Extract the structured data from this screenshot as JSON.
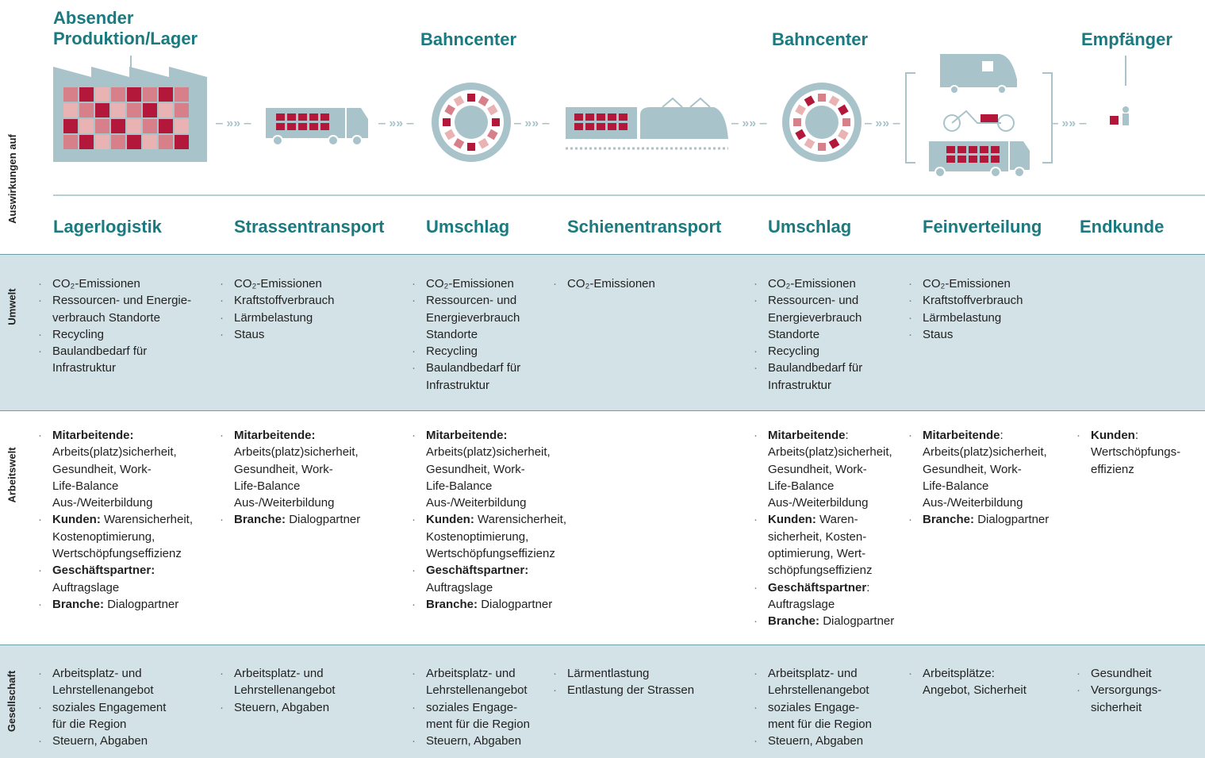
{
  "header": {
    "sender": "Absender\nProduktion/Lager",
    "hub1": "Bahncenter",
    "hub2": "Bahncenter",
    "receiver": "Empfänger",
    "side_label": "Auswirkungen auf"
  },
  "columns": [
    "Lagerlogistik",
    "Strassentransport",
    "Umschlag",
    "Schienentransport",
    "Umschlag",
    "Feinverteilung",
    "Endkunde"
  ],
  "rows": [
    {
      "label": "Umwelt",
      "cells": [
        [
          {
            "text": "CO₂-Emissionen"
          },
          {
            "text": "Ressourcen- und Energie-\nverbrauch Standorte"
          },
          {
            "text": "Recycling"
          },
          {
            "text": "Baulandbedarf für\nInfrastruktur"
          }
        ],
        [
          {
            "text": "CO₂-Emissionen"
          },
          {
            "text": "Kraftstoffverbrauch"
          },
          {
            "text": "Lärmbelastung"
          },
          {
            "text": "Staus"
          }
        ],
        [
          {
            "text": "CO₂-Emissionen"
          },
          {
            "text": "Ressourcen- und\nEnergieverbrauch\nStandorte"
          },
          {
            "text": "Recycling"
          },
          {
            "text": "Baulandbedarf für\nInfrastruktur"
          }
        ],
        [
          {
            "text": "CO₂-Emissionen"
          }
        ],
        [
          {
            "text": "CO₂-Emissionen"
          },
          {
            "text": "Ressourcen- und\nEnergieverbrauch\nStandorte"
          },
          {
            "text": "Recycling"
          },
          {
            "text": "Baulandbedarf für\nInfrastruktur"
          }
        ],
        [
          {
            "text": "CO₂-Emissionen"
          },
          {
            "text": "Kraftstoffverbrauch"
          },
          {
            "text": "Lärmbelastung"
          },
          {
            "text": "Staus"
          }
        ],
        []
      ]
    },
    {
      "label": "Arbeitswelt",
      "cells": [
        [
          {
            "bold": "Mitarbeitende:",
            "text": "\nArbeits(platz)sicherheit,\nGesundheit, Work-\nLife-Balance\nAus-/Weiterbildung"
          },
          {
            "bold": "Kunden:",
            "text": " Warensicherheit,\nKostenoptimierung,\nWertschöpfungseffizienz"
          },
          {
            "bold": "Geschäftspartner:",
            "text": "\nAuftragslage"
          },
          {
            "bold": "Branche:",
            "text": " Dialogpartner"
          }
        ],
        [
          {
            "bold": "Mitarbeitende:",
            "text": "\nArbeits(platz)sicherheit,\nGesundheit, Work-\nLife-Balance\nAus-/Weiterbildung"
          },
          {
            "bold": "Branche:",
            "text": " Dialogpartner"
          }
        ],
        [
          {
            "bold": "Mitarbeitende:",
            "text": "\nArbeits(platz)sicherheit,\nGesundheit, Work-\nLife-Balance\nAus-/Weiterbildung"
          },
          {
            "bold": "Kunden:",
            "text": " Warensicherheit,\nKostenoptimierung,\nWertschöpfungseffizienz"
          },
          {
            "bold": "Geschäftspartner:",
            "text": "\nAuftragslage"
          },
          {
            "bold": "Branche:",
            "text": " Dialogpartner"
          }
        ],
        [],
        [
          {
            "bold": "Mitarbeitende",
            "text": ":\nArbeits(platz)sicherheit,\nGesundheit, Work-\nLife-Balance\nAus-/Weiterbildung"
          },
          {
            "bold": "Kunden:",
            "text": " Waren-\nsicherheit, Kosten-\noptimierung, Wert-\nschöpfungseffizienz"
          },
          {
            "bold": "Geschäftspartner",
            "text": ":\nAuftragslage"
          },
          {
            "bold": "Branche:",
            "text": " Dialogpartner"
          }
        ],
        [
          {
            "bold": "Mitarbeitende",
            "text": ":\nArbeits(platz)sicherheit,\nGesundheit, Work-\nLife-Balance\nAus-/Weiterbildung"
          },
          {
            "bold": "Branche:",
            "text": " Dialogpartner"
          }
        ],
        [
          {
            "bold": "Kunden",
            "text": ":\nWertschöpfungs-\neffizienz"
          }
        ]
      ]
    },
    {
      "label": "Gesellschaft",
      "cells": [
        [
          {
            "text": "Arbeitsplatz- und\nLehrstellenangebot"
          },
          {
            "text": "soziales Engagement\nfür die Region"
          },
          {
            "text": "Steuern, Abgaben"
          }
        ],
        [
          {
            "text": "Arbeitsplatz- und\nLehrstellenangebot"
          },
          {
            "text": "Steuern, Abgaben"
          }
        ],
        [
          {
            "text": "Arbeitsplatz- und\nLehrstellenangebot"
          },
          {
            "text": "soziales Engage-\nment für die Region"
          },
          {
            "text": "Steuern, Abgaben"
          }
        ],
        [
          {
            "text": "Lärmentlastung"
          },
          {
            "text": "Entlastung der Strassen"
          }
        ],
        [
          {
            "text": "Arbeitsplatz- und\nLehrstellenangebot"
          },
          {
            "text": "soziales Engage-\nment für die Region"
          },
          {
            "text": "Steuern, Abgaben"
          }
        ],
        [
          {
            "text": "Arbeitsplätze:\nAngebot, Sicherheit"
          }
        ],
        [
          {
            "text": "Gesundheit"
          },
          {
            "text": "Versorgungs-\nsicherheit"
          }
        ]
      ]
    }
  ],
  "colors": {
    "accent": "#1a7a80",
    "band": "#d3e2e6",
    "icon": "#a9c3ca",
    "red1": "#b3173a",
    "red2": "#d8808a",
    "red3": "#e9b3b3"
  }
}
